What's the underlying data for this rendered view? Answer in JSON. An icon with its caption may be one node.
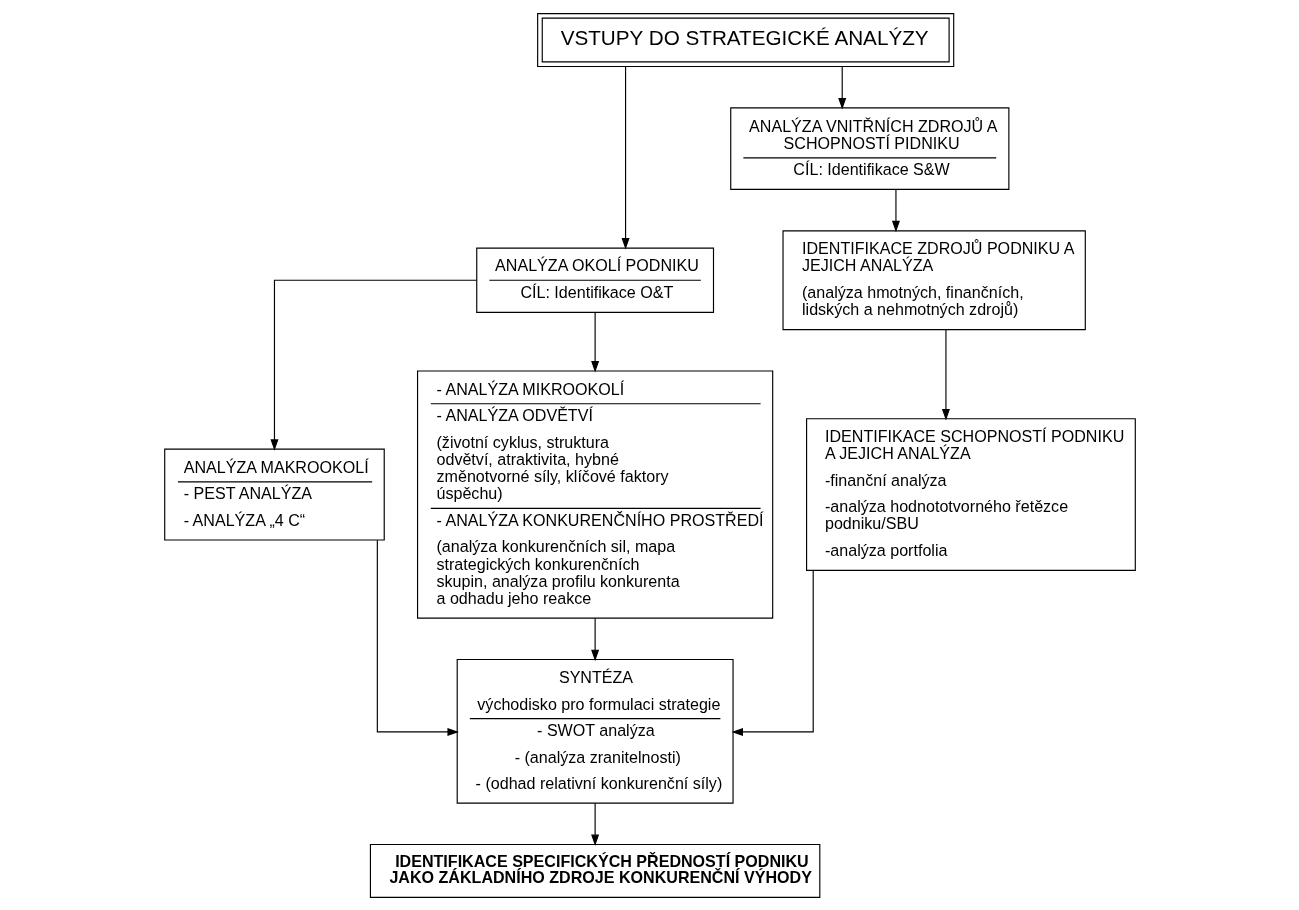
{
  "diagram": {
    "nodes": [
      {
        "text": [
          "VSTUPY DO STRATEGICKÉ ANALÝZY"
        ]
      },
      {
        "text": [
          "ANALÝZA OKOLÍ PODNIKU",
          "CÍL: Identifikace O&T"
        ]
      },
      {
        "text": [
          "ANALÝZA VNITŘNÍCH ZDROJŮ A SCHOPNOSTÍ PIDNIKU",
          "CÍL: Identifikace S&W"
        ]
      },
      {
        "text": [
          "ANALÝZA MAKROOKOLÍ",
          "- PEST ANALÝZA",
          "- ANALÝZA „4 C“"
        ]
      },
      {
        "text": [
          "- ANALÝZA MIKROOKOLÍ",
          "- ANALÝZA ODVĚTVÍ",
          "(životní cyklus, struktura odvětví, atraktivita, hybné změnotvorné síly, klíčové faktory úspěchu)",
          "- ANALÝZA KONKURENČNÍHO PROSTŘEDÍ",
          "(analýza konkurenčních sil, mapa strategických konkurenčních skupin, analýza profilu konkurenta a odhadu jeho reakce"
        ]
      },
      {
        "text": [
          "IDENTIFIKACE ZDROJŮ PODNIKU A JEJICH ANALÝZA",
          "(analýza hmotných, finančních, lidských a nehmotných zdrojů)"
        ]
      },
      {
        "text": [
          "IDENTIFIKACE SCHOPNOSTÍ PODNIKU A JEJICH ANALÝZA",
          "-finanční analýza",
          "-analýza hodnototvorného řetězce podniku/SBU",
          "-analýza portfolia"
        ]
      },
      {
        "text": [
          "SYNTÉZA",
          "východisko pro formulaci strategie",
          "- SWOT analýza",
          "- (analýza zranitelnosti)",
          "- (odhad relativní konkurenční síly)"
        ]
      },
      {
        "text": [
          "IDENTIFIKACE SPECIFICKÝCH PŘEDNOSTÍ PODNIKU JAKO ZÁKLADNÍHO ZDROJE KONKURENČNÍ VÝHODY"
        ]
      }
    ],
    "edges": [
      {
        "from": 0,
        "to": 1,
        "arrow": "to"
      },
      {
        "from": 0,
        "to": 2,
        "arrow": "to"
      },
      {
        "from": 1,
        "to": 3,
        "arrow": "to"
      },
      {
        "from": 1,
        "to": 4,
        "arrow": "to"
      },
      {
        "from": 2,
        "to": 5,
        "arrow": "to"
      },
      {
        "from": 5,
        "to": 6,
        "arrow": "to"
      },
      {
        "from": 4,
        "to": 7,
        "arrow": "to"
      },
      {
        "from": 3,
        "to": 7,
        "arrow": "to"
      },
      {
        "from": 6,
        "to": 7,
        "arrow": "to"
      },
      {
        "from": 7,
        "to": 8,
        "arrow": "to"
      }
    ]
  }
}
